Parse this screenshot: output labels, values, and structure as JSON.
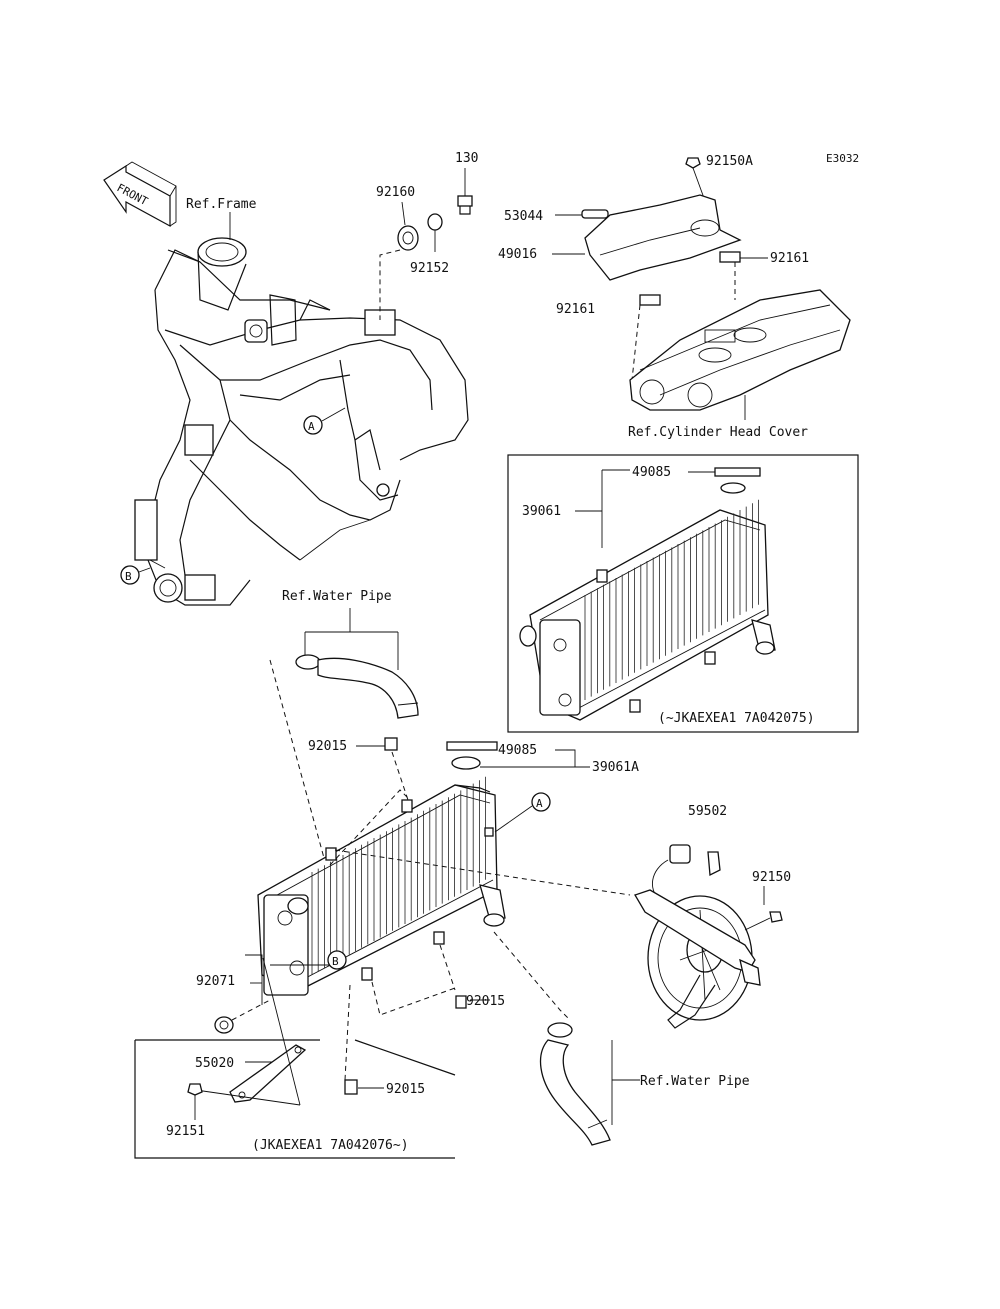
{
  "diagram": {
    "code": "E3032",
    "front_label": "FRONT",
    "refs": {
      "frame": "Ref.Frame",
      "cylinder_head_cover": "Ref.Cylinder Head Cover",
      "water_pipe_top": "Ref.Water Pipe",
      "water_pipe_bottom": "Ref.Water Pipe"
    },
    "markers": {
      "a": "A",
      "b": "B"
    },
    "parts": {
      "p130": "130",
      "p92160": "92160",
      "p92152": "92152",
      "p92150A": "92150A",
      "p53044": "53044",
      "p49016": "49016",
      "p92161_right": "92161",
      "p92161_left": "92161",
      "p49085_inset": "49085",
      "p39061": "39061",
      "p92015_top": "92015",
      "p49085": "49085",
      "p39061A": "39061A",
      "p59502": "59502",
      "p92150": "92150",
      "p92071": "92071",
      "p92015_mid": "92015",
      "p55020": "55020",
      "p92015_bot": "92015",
      "p92151": "92151"
    },
    "notes": {
      "inset_top": "(~JKAEXEA1 7A042075)",
      "inset_bottom": "(JKAEXEA1 7A042076~)"
    }
  }
}
